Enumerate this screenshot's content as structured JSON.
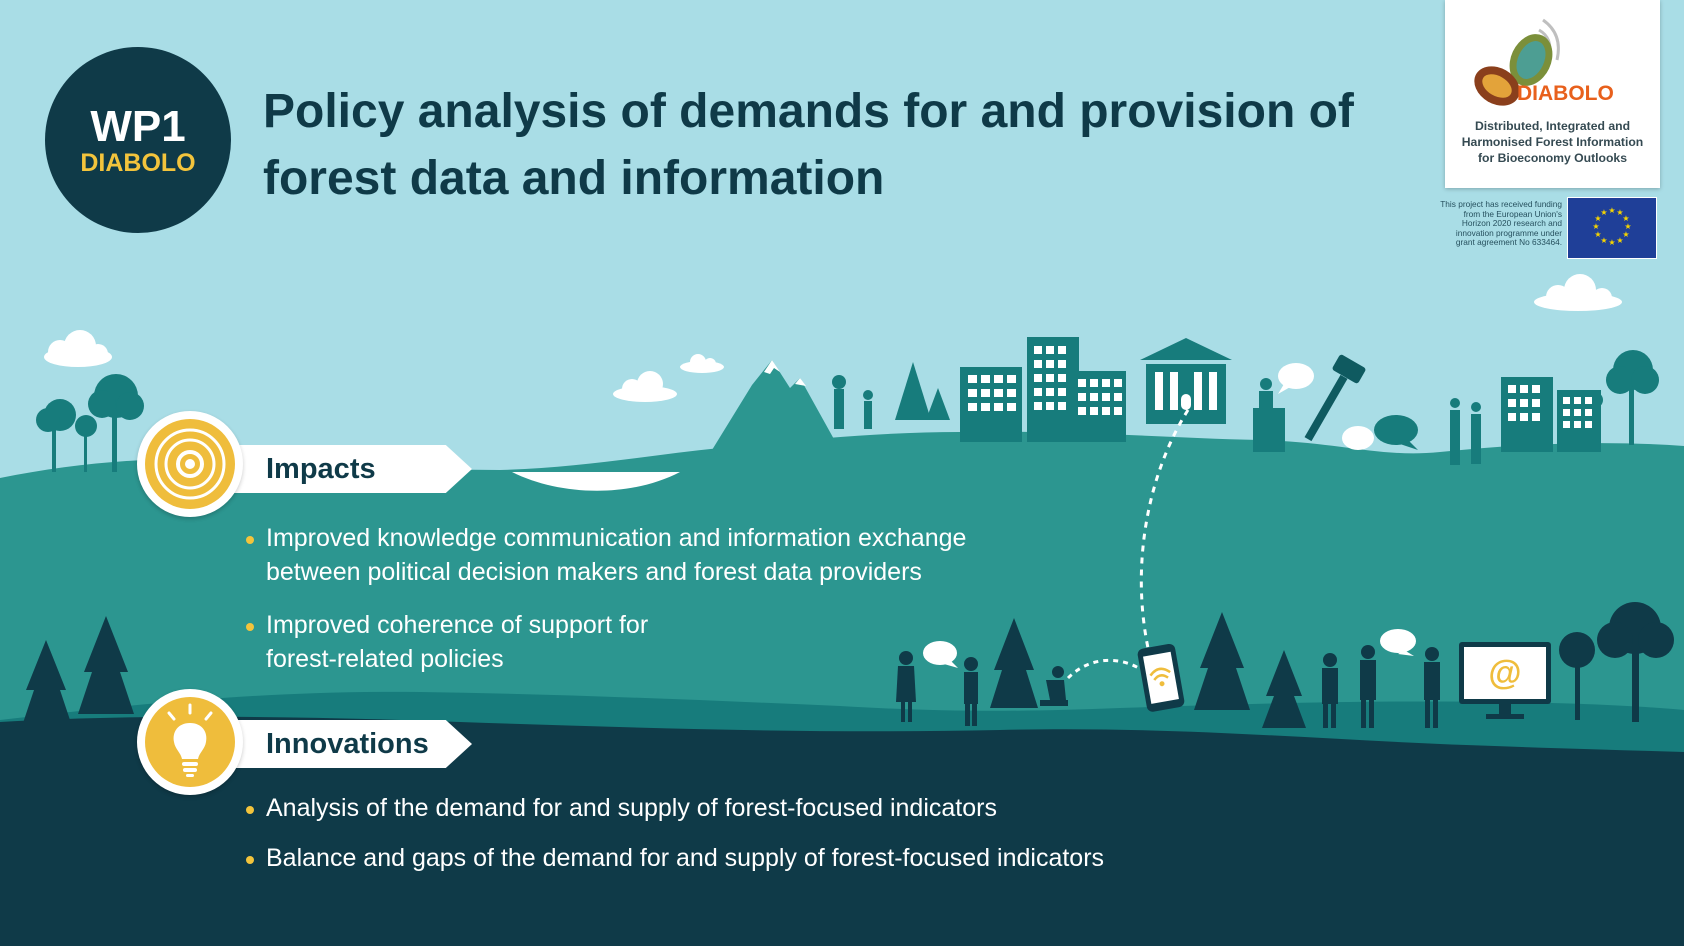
{
  "badge": {
    "code": "WP1",
    "project": "DIABOLO"
  },
  "title": "Policy analysis of demands for and provision of forest data and information",
  "logo": {
    "name": "DIABOLO",
    "tagline": "Distributed, Integrated and Harmonised Forest Information for Bioeconomy Outlooks"
  },
  "funding": {
    "text": "This project has received funding from the European Union's Horizon 2020 research and innovation programme under grant agreement No 633464."
  },
  "sections": {
    "impacts": {
      "heading": "Impacts",
      "items": [
        "Improved knowledge communication and information exchange between political decision makers and forest data providers",
        "Improved coherence of support for forest-related policies"
      ]
    },
    "innovations": {
      "heading": "Innovations",
      "items": [
        "Analysis of the demand for and supply of forest-focused indicators",
        "Balance and gaps of the demand for and supply of forest-focused indicators"
      ]
    }
  },
  "screen_symbol": "@",
  "colors": {
    "sky": "#a9dde6",
    "hill_light": "#2c9690",
    "hill_mid": "#177c7c",
    "hill_dark": "#0f3a48",
    "accent_yellow": "#efbd3c",
    "logo_orange": "#e8601c"
  },
  "icons": [
    "target-icon",
    "lightbulb-icon",
    "wifi-icon",
    "gavel-icon",
    "eu-flag-icon"
  ]
}
